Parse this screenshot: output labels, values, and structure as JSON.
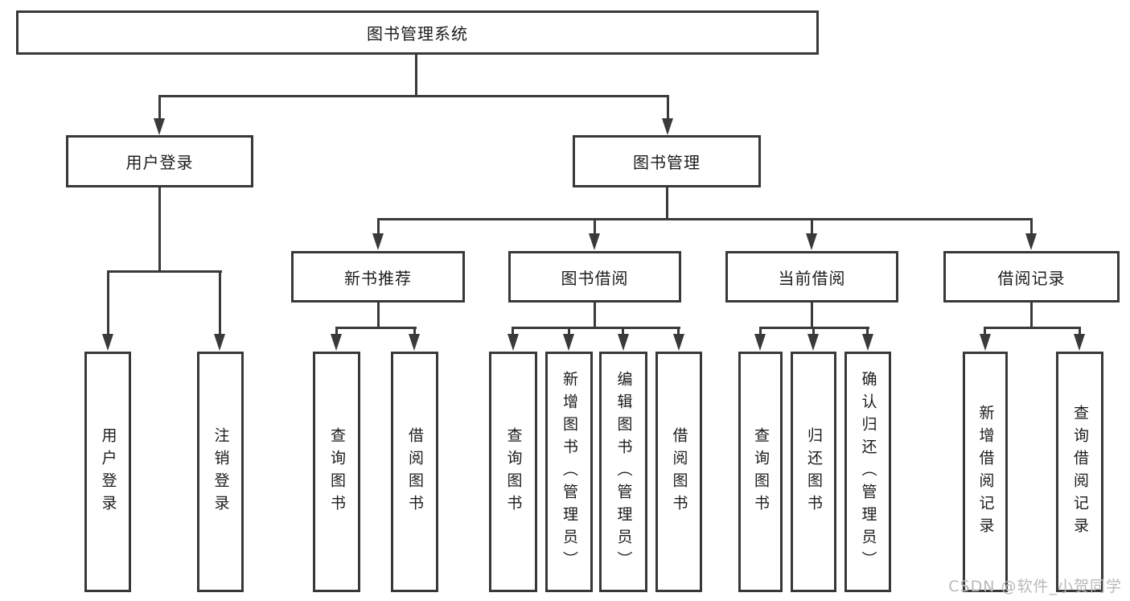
{
  "diagram": {
    "root": {
      "label": "图书管理系统"
    },
    "level2": [
      {
        "label": "用户登录"
      },
      {
        "label": "图书管理"
      }
    ],
    "level3": [
      {
        "label": "新书推荐"
      },
      {
        "label": "图书借阅"
      },
      {
        "label": "当前借阅"
      },
      {
        "label": "借阅记录"
      }
    ],
    "leaves": {
      "login": [
        "用户登录",
        "注销登录"
      ],
      "newbook": [
        "查询图书",
        "借阅图书"
      ],
      "borrow": [
        "查询图书",
        "新增图书（管理员）",
        "编辑图书（管理员）",
        "借阅图书"
      ],
      "current": [
        "查询图书",
        "归还图书",
        "确认归还（管理员）"
      ],
      "records": [
        "新增借阅记录",
        "查询借阅记录"
      ]
    }
  },
  "watermark": {
    "text": "CSDN @软件_小贺同学"
  },
  "colors": {
    "line": "#3a3a3a",
    "box_border": "#383838",
    "box_fill": "#ffffff",
    "text": "#1c1c1e",
    "watermark": "#b9b9b9"
  }
}
